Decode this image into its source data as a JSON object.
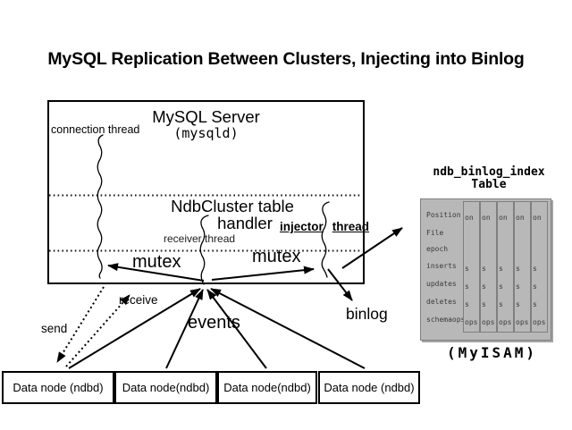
{
  "title": "MySQL Replication Between Clusters, Injecting into Binlog",
  "server_box": {
    "title": "MySQL Server",
    "subtitle": "(mysqld)",
    "connection_thread_label": "connection thread",
    "handler_line1": "NdbCluster table",
    "handler_line2": "handler",
    "receiver_thread_label": "receiver thread",
    "injector_word": "injector",
    "thread_word": "thread",
    "mutex_left_label": "mutex",
    "mutex_right_label": "mutex"
  },
  "flow_labels": {
    "send": "send",
    "receive": "receive",
    "events": "events",
    "binlog": "binlog"
  },
  "index_table": {
    "heading_line1": "ndb_binlog_index",
    "heading_line2": "Table",
    "rows": [
      "Position",
      "File",
      "epoch",
      "inserts",
      "updates",
      "deletes",
      "schemaops"
    ],
    "strip_rows": [
      "on",
      "",
      "",
      "s",
      "s",
      "s",
      "ops"
    ],
    "engine": "(MyISAM)"
  },
  "data_nodes": [
    {
      "label": "Data node (ndbd)"
    },
    {
      "label": "Data node(ndbd)"
    },
    {
      "label": "Data node(ndbd)"
    },
    {
      "label": "Data node (ndbd)"
    }
  ],
  "colors": {
    "ink": "#000000",
    "card_fill": "#b8b8b8",
    "card_border": "#7f7f7f",
    "background": "#ffffff"
  }
}
